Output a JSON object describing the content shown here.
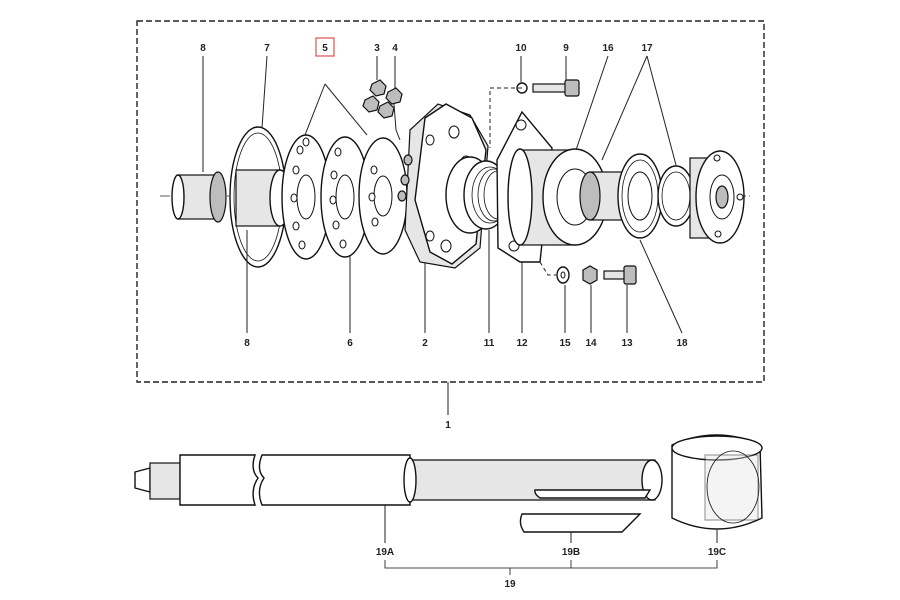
{
  "callouts": {
    "c8_top": "8",
    "c7": "7",
    "c5": "5",
    "c3": "3",
    "c4": "4",
    "c10": "10",
    "c9": "9",
    "c16": "16",
    "c17": "17",
    "c8_bottom": "8",
    "c6": "6",
    "c2": "2",
    "c11": "11",
    "c12": "12",
    "c15": "15",
    "c14": "14",
    "c13": "13",
    "c18": "18",
    "c1": "1",
    "c19A": "19A",
    "c19B": "19B",
    "c19C": "19C",
    "c19": "19"
  },
  "highlight": {
    "callout": "5",
    "color": "#e05050"
  }
}
